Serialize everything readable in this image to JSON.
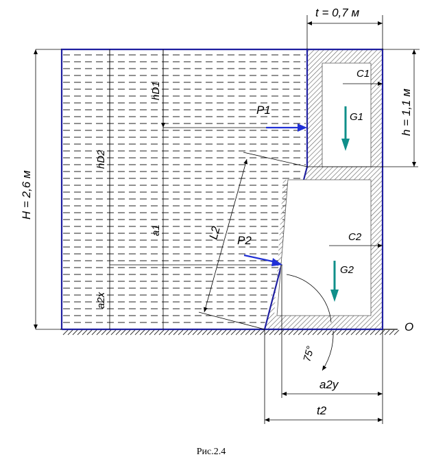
{
  "labels": {
    "t": "t = 0,7 м",
    "h": "h = 1,1 м",
    "H": "H = 2,6 м",
    "C1": "C1",
    "C2": "C2",
    "G1": "G1",
    "G2": "G2",
    "P1": "P1",
    "P2": "P2",
    "hD1": "hD1",
    "hD2": "hD2",
    "a1": "a1",
    "a2x": "a2x",
    "L2": "L2",
    "O": "O",
    "angle": "75°",
    "a2y": "a2y",
    "t2": "t2"
  },
  "caption": "Рис.2.4",
  "colors": {
    "water": "#1f1fa0",
    "force": "#1f2fd6",
    "weight": "#0f8f8a",
    "hatch": "#555555"
  }
}
